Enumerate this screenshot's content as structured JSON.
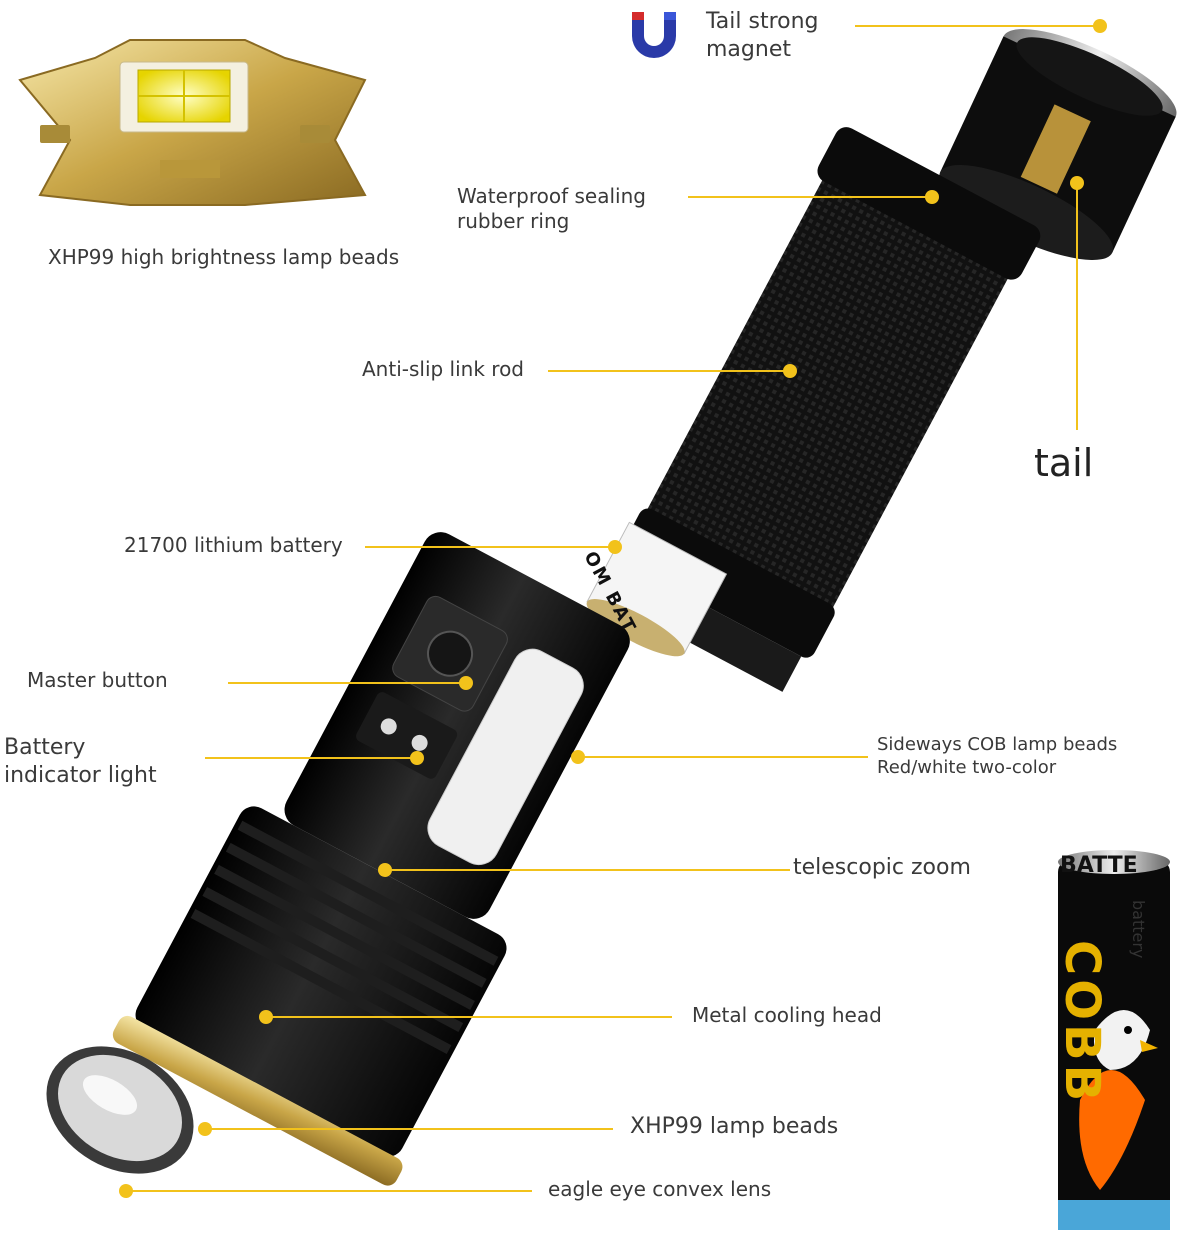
{
  "callouts": {
    "magnet": "Tail strong\nmagnet",
    "seal": "Waterproof sealing\nrubber ring",
    "led_chip": "XHP99 high brightness lamp beads",
    "link_rod": "Anti-slip link rod",
    "tail": "tail",
    "battery": "21700 lithium battery",
    "master_button": "Master button",
    "battery_indicator": "Battery\nindicator light",
    "cob": "Sideways COB lamp beads\nRed/white two-color",
    "zoom": "telescopic zoom",
    "cooling_head": "Metal cooling head",
    "xhp99": "XHP99 lamp beads",
    "lens": "eagle eye convex lens"
  },
  "battery_wrap": {
    "brand": "BATTE",
    "side": "battery",
    "logo": "COBB"
  },
  "battery_sleeve": "OM BAT",
  "colors": {
    "accent": "#f2c21b",
    "body": "#0d0d0d",
    "text": "#3a3a3a"
  }
}
